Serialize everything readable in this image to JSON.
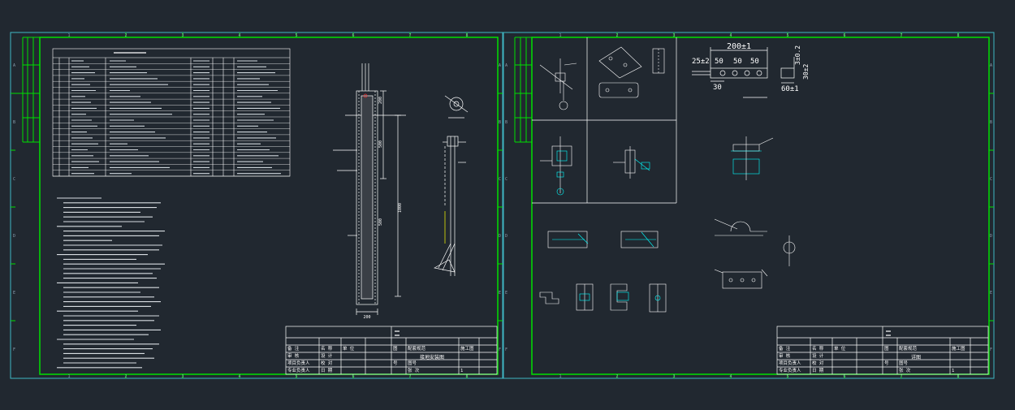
{
  "colors": {
    "background": "#212830",
    "frame": "#00e000",
    "line": "#ffffff",
    "accent_cyan": "#00ffff",
    "accent_red": "#ff3030",
    "accent_yellow": "#ffff00"
  },
  "grid_numbers": [
    "1",
    "2",
    "3",
    "4",
    "5",
    "6",
    "7",
    "8"
  ],
  "grid_letters": [
    "A",
    "B",
    "C",
    "D",
    "E",
    "F"
  ],
  "sheet_left": {
    "title_block": {
      "rows": [
        [
          "备 注",
          "名 称",
          "单 位",
          "",
          "图",
          "配套规范",
          "施工图"
        ],
        [
          "审 核",
          "设 计",
          "",
          "",
          "",
          "",
          ""
        ],
        [
          "项目负责人",
          "校 对",
          "",
          "",
          "号",
          "图号",
          ""
        ],
        [
          "专业负责人",
          "日 期",
          "",
          "",
          "",
          "张 次",
          "1"
        ]
      ],
      "drawing_name": "接地安装图",
      "sheet_no": "1"
    },
    "dim_labels": [
      "200",
      "500",
      "1000",
      "500",
      "200"
    ]
  },
  "sheet_right": {
    "title_block": {
      "rows": [
        [
          "备 注",
          "名 称",
          "单 位",
          "",
          "图",
          "配套规范",
          "施工图"
        ],
        [
          "审 核",
          "设 计",
          "",
          "",
          "",
          "",
          ""
        ],
        [
          "项目负责人",
          "校 对",
          "",
          "",
          "号",
          "图号",
          ""
        ],
        [
          "专业负责人",
          "日 期",
          "",
          "",
          "",
          "张 次",
          "1"
        ]
      ],
      "drawing_name": "详图",
      "sheet_no": "1"
    },
    "top_dims": {
      "overall": "200±1",
      "segments": [
        "25±2",
        "50",
        "50",
        "50"
      ],
      "bottom": "30",
      "side_top": "3±0.2",
      "side_height": "30±2",
      "side_bottom": "60±1"
    }
  }
}
